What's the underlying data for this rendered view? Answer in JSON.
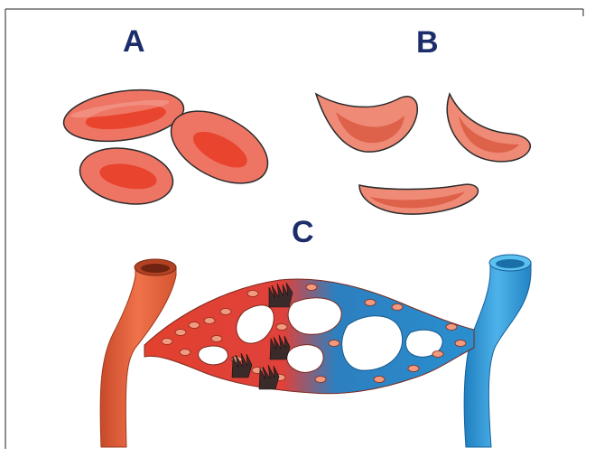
{
  "labels": {
    "a": "A",
    "b": "B",
    "c": "C"
  },
  "colors": {
    "cell_fill": "#ee7564",
    "cell_inner": "#e9442e",
    "cell_outline": "#2b2b2b",
    "sickle_fill": "#ef8a76",
    "sickle_inner": "#d9563f",
    "artery": "#e2582f",
    "vein": "#2a8fcf",
    "blockage": "#3a2a2a",
    "label": "#1d2d6b"
  },
  "panels": [
    {
      "id": "A",
      "content": "normal-red-blood-cells",
      "count": 3
    },
    {
      "id": "B",
      "content": "sickle-cells",
      "count": 3
    },
    {
      "id": "C",
      "content": "vessel-occlusion-capillary-bed"
    }
  ]
}
